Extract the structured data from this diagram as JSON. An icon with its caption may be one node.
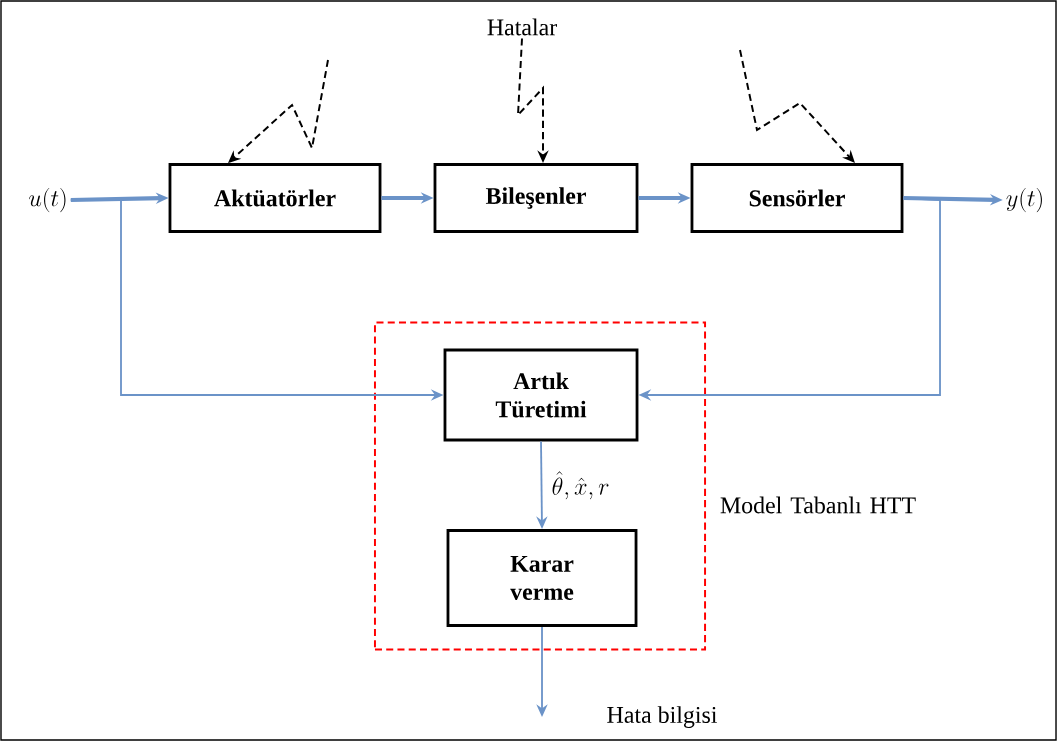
{
  "diagram": {
    "nodes": [
      {
        "text": [
          "u(t)"
        ]
      },
      {
        "text": [
          "Aktüatörler"
        ]
      },
      {
        "text": [
          "Bileşenler"
        ]
      },
      {
        "text": [
          "Sensörler"
        ]
      },
      {
        "text": [
          "y(t)"
        ]
      },
      {
        "text": [],
        "shape": "box",
        "beside": [
          "Model Tabanlı HTT"
        ]
      },
      {
        "text": [
          "Artık Türetimi"
        ],
        "in": 5
      },
      {
        "text": [
          "Karar verme"
        ],
        "in": 5
      },
      {
        "text": [
          "Hata bilgisi"
        ]
      },
      {
        "text": [
          "Hatalar"
        ]
      }
    ],
    "edges": [
      {
        "from": 0,
        "to": 1,
        "arrow": "to",
        "style": "thick"
      },
      {
        "from": 1,
        "to": 2,
        "arrow": "to",
        "style": "thick"
      },
      {
        "from": 2,
        "to": 3,
        "arrow": "to",
        "style": "thick"
      },
      {
        "from": 3,
        "to": 4,
        "arrow": "to",
        "style": "thick"
      },
      {
        "from": 0,
        "to": 6,
        "arrow": "to"
      },
      {
        "from": 3,
        "to": 6,
        "arrow": "to"
      },
      {
        "from": 6,
        "to": 7,
        "arrow": "to",
        "label": "\\hat{\\theta},\\hat{x},r"
      },
      {
        "from": 7,
        "to": 8,
        "arrow": "to"
      },
      {
        "from": null,
        "to": 1,
        "arrow": "to",
        "style": "dashed",
        "color": "#000000"
      },
      {
        "from": 9,
        "to": 2,
        "arrow": "to",
        "style": "dashed",
        "color": "#000000"
      },
      {
        "from": null,
        "to": 3,
        "arrow": "to",
        "style": "dashed",
        "color": "#000000"
      }
    ]
  }
}
